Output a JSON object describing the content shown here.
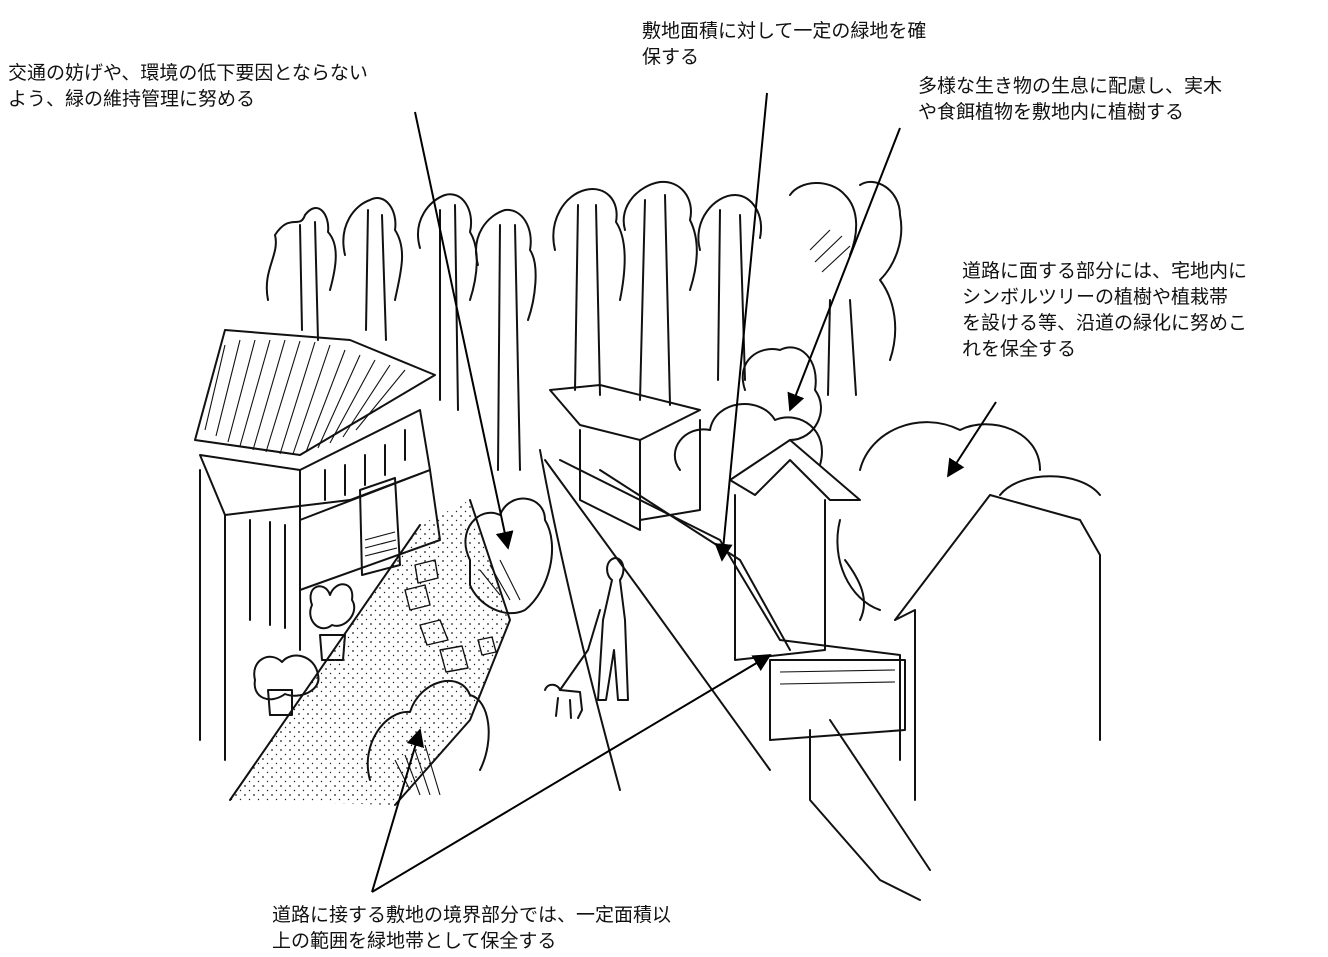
{
  "annotations": [
    {
      "id": "maintenance",
      "lines": [
        "交通の妨げや、環境の低下要因とならない",
        "よう、緑の維持管理に努める"
      ]
    },
    {
      "id": "green-area",
      "lines": [
        "敷地面積に対して一定の緑地を確",
        "保する"
      ]
    },
    {
      "id": "biodiversity",
      "lines": [
        "多様な生き物の生息に配慮し、実木",
        "や食餌植物を敷地内に植樹する"
      ]
    },
    {
      "id": "roadside",
      "lines": [
        "道路に面する部分には、宅地内に",
        "シンボルツリーの植樹や植栽帯",
        "を設ける等、沿道の緑化に努めこ",
        "れを保全する"
      ]
    },
    {
      "id": "boundary",
      "lines": [
        "道路に接する敷地の境界部分では、一定面積以",
        "上の範囲を緑地帯として保全する"
      ]
    }
  ]
}
